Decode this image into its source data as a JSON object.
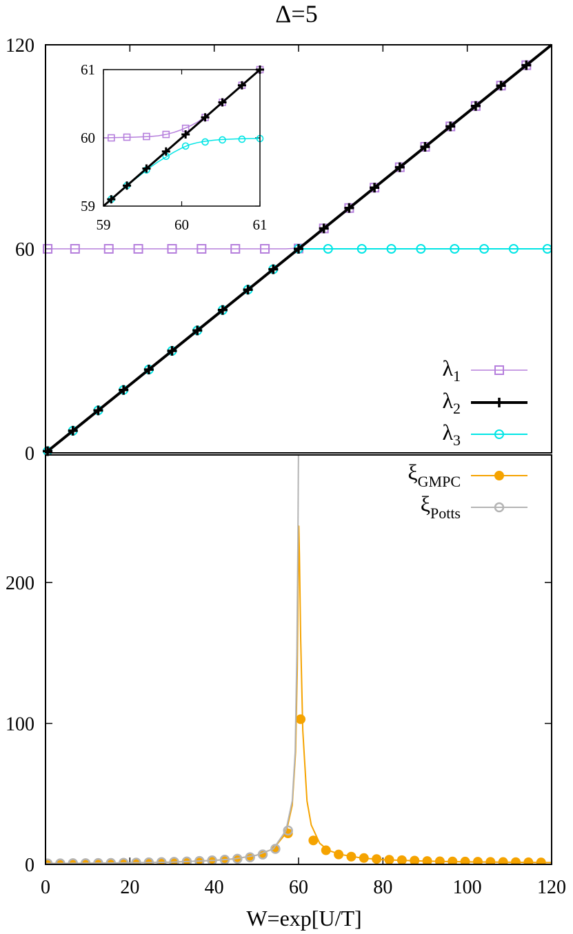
{
  "chart_data": [
    {
      "type": "line",
      "title": "Δ=5",
      "xlim": [
        0,
        120
      ],
      "ylim": [
        0,
        120
      ],
      "yticks": [
        "0",
        "60",
        "120"
      ],
      "grid": false,
      "legend_position": "bottom-right",
      "colors": {
        "lambda1": "#b57edc",
        "lambda2": "#000000",
        "lambda3": "#00e5e5"
      },
      "series": [
        {
          "name": "λ1",
          "sub": "1",
          "key": "lambda1",
          "marker": "square",
          "x": [
            0,
            3,
            6,
            9,
            12,
            15,
            18,
            21,
            24,
            27,
            30,
            33,
            36,
            39,
            42,
            45,
            48,
            51,
            54,
            57,
            60,
            63,
            66,
            69,
            72,
            75,
            78,
            81,
            84,
            87,
            90,
            93,
            96,
            99,
            102,
            105,
            108,
            111,
            114,
            117,
            120
          ],
          "y": [
            60,
            60,
            60,
            60,
            60,
            60,
            60,
            60,
            60,
            60,
            60,
            60,
            60,
            60,
            60,
            60,
            60,
            60,
            60,
            60,
            60.2,
            63,
            66,
            69,
            72,
            75,
            78,
            81,
            84,
            87,
            90,
            93,
            96,
            99,
            102,
            105,
            108,
            111,
            114,
            117,
            120
          ],
          "markers_x": [
            0.5,
            7,
            15,
            22,
            30,
            37,
            45,
            52,
            60,
            66,
            72,
            78,
            84,
            90,
            96,
            102,
            108,
            114
          ],
          "markers_y": [
            60,
            60,
            60,
            60,
            60,
            60,
            60,
            60,
            60.1,
            66,
            72,
            78,
            84,
            90,
            96,
            102,
            108,
            114
          ]
        },
        {
          "name": "λ2",
          "sub": "2",
          "key": "lambda2",
          "marker": "plus",
          "x": [
            0,
            120
          ],
          "y": [
            0,
            120
          ],
          "markers_x": [
            0.5,
            6.5,
            12.5,
            18.5,
            24.5,
            30,
            36,
            42,
            48,
            54,
            60,
            66,
            72,
            78,
            84,
            90,
            96,
            102,
            108,
            114
          ],
          "markers_y": [
            0.5,
            6.5,
            12.5,
            18.5,
            24.5,
            30,
            36,
            42,
            48,
            54,
            60,
            66,
            72,
            78,
            84,
            90,
            96,
            102,
            108,
            114
          ]
        },
        {
          "name": "λ3",
          "sub": "3",
          "key": "lambda3",
          "marker": "circle",
          "x": [
            0,
            59.8,
            60.3,
            61,
            120
          ],
          "y": [
            0,
            59.8,
            59.95,
            60,
            60
          ],
          "markers_x": [
            0.5,
            6.5,
            12.5,
            18.5,
            24.5,
            30,
            36,
            42,
            48,
            54,
            60,
            67,
            75,
            82,
            89,
            97,
            104,
            111,
            119
          ],
          "markers_y": [
            0.5,
            6.5,
            12.5,
            18.5,
            24.5,
            30,
            36,
            42,
            48,
            54,
            60,
            60,
            60,
            60,
            60,
            60,
            60,
            60,
            60
          ]
        }
      ]
    },
    {
      "type": "line",
      "inset": true,
      "xlim": [
        59,
        61
      ],
      "ylim": [
        59,
        61
      ],
      "xticks": [
        "59",
        "60",
        "61"
      ],
      "yticks": [
        "59",
        "60",
        "61"
      ],
      "series": [
        {
          "key": "lambda1",
          "x": [
            59,
            59.2,
            59.4,
            59.6,
            59.7,
            59.8,
            59.9,
            60,
            60.1,
            60.2,
            60.3,
            60.4,
            60.5,
            60.6,
            60.7,
            60.8,
            60.9,
            61
          ],
          "y": [
            60.0,
            60.005,
            60.01,
            60.02,
            60.03,
            60.05,
            60.08,
            60.12,
            60.17,
            60.23,
            60.31,
            60.4,
            60.5,
            60.6,
            60.7,
            60.8,
            60.9,
            61
          ],
          "markers_x": [
            59.1,
            59.3,
            59.55,
            59.8,
            60.05,
            60.3,
            60.52,
            60.77,
            61
          ],
          "markers_y": [
            60.0,
            60.01,
            60.02,
            60.05,
            60.14,
            60.3,
            60.52,
            60.77,
            61
          ]
        },
        {
          "key": "lambda2",
          "x": [
            59,
            61
          ],
          "y": [
            59,
            61
          ],
          "markers_x": [
            59.1,
            59.3,
            59.55,
            59.8,
            60.05,
            60.3,
            60.52,
            60.77,
            61
          ],
          "markers_y": [
            59.1,
            59.3,
            59.55,
            59.8,
            60.05,
            60.3,
            60.52,
            60.77,
            61
          ]
        },
        {
          "key": "lambda3",
          "x": [
            59,
            59.2,
            59.4,
            59.6,
            59.7,
            59.8,
            59.9,
            60,
            60.1,
            60.2,
            60.3,
            60.4,
            60.5,
            60.6,
            60.7,
            60.8,
            60.9,
            61
          ],
          "y": [
            59.0,
            59.2,
            59.39,
            59.57,
            59.65,
            59.72,
            59.79,
            59.85,
            59.9,
            59.93,
            59.95,
            59.965,
            59.975,
            59.98,
            59.985,
            59.988,
            59.99,
            59.99
          ],
          "markers_x": [
            59.1,
            59.3,
            59.55,
            59.8,
            60.05,
            60.3,
            60.52,
            60.77,
            61
          ],
          "markers_y": [
            59.1,
            59.3,
            59.53,
            59.73,
            59.88,
            59.94,
            59.97,
            59.98,
            59.99
          ]
        }
      ]
    },
    {
      "type": "line",
      "xlabel": "W=exp[U/T]",
      "xlim": [
        0,
        120
      ],
      "ylim": [
        0,
        300
      ],
      "xticks": [
        "0",
        "20",
        "40",
        "60",
        "80",
        "100",
        "120"
      ],
      "yticks": [
        "0",
        "100",
        "200"
      ],
      "legend_position": "top-right",
      "colors": {
        "xi_gmpc": "#f5a300",
        "xi_potts": "#b4b4b4"
      },
      "series": [
        {
          "name": "ξ",
          "sub": "GMPC",
          "key": "xi_gmpc",
          "x": [
            0,
            10,
            20,
            30,
            40,
            45,
            50,
            54,
            57,
            58.5,
            59.3,
            59.7,
            59.9,
            60.05,
            60.2,
            60.5,
            61,
            62,
            63,
            65,
            67,
            70,
            75,
            80,
            90,
            100,
            110,
            120
          ],
          "y": [
            0.6,
            0.8,
            1.1,
            1.6,
            2.8,
            4,
            6.5,
            11,
            22,
            42,
            80,
            140,
            200,
            240,
            220,
            160,
            95,
            45,
            28,
            15,
            10,
            7,
            4.5,
            3.3,
            2.3,
            1.8,
            1.5,
            1.3
          ],
          "markers_x": [
            0.5,
            3.5,
            6.5,
            9.5,
            12.5,
            15.5,
            18.5,
            21.5,
            24.5,
            27.5,
            30.5,
            33.5,
            36.5,
            39.5,
            42.5,
            45.5,
            48.5,
            51.5,
            54.5,
            57.5,
            60.5,
            63.5,
            66.5,
            69.5,
            72.5,
            75.5,
            78.5,
            81.5,
            84.5,
            87.5,
            90.5,
            93.5,
            96.5,
            99.5,
            102.5,
            105.5,
            108.5,
            111.5,
            114.5,
            117.5
          ],
          "markers_y": [
            0.6,
            0.7,
            0.8,
            0.8,
            0.9,
            1,
            1.1,
            1.2,
            1.4,
            1.6,
            1.8,
            2,
            2.4,
            2.8,
            3.3,
            4,
            5,
            7,
            11,
            22,
            103,
            17,
            10,
            7,
            5.5,
            4.5,
            3.8,
            3.3,
            3,
            2.7,
            2.4,
            2.2,
            2.1,
            2,
            1.9,
            1.8,
            1.7,
            1.6,
            1.5,
            1.4
          ]
        },
        {
          "name": "ξ",
          "sub": "Potts",
          "key": "xi_potts",
          "x": [
            0,
            10,
            20,
            30,
            40,
            45,
            50,
            54,
            57,
            58.5,
            59.2,
            59.6,
            59.85,
            59.95,
            60
          ],
          "y": [
            0.6,
            0.8,
            1.1,
            1.6,
            2.8,
            4,
            6.5,
            11,
            24,
            45,
            80,
            150,
            230,
            280,
            300
          ],
          "markers_x": [
            0.5,
            3.5,
            6.5,
            9.5,
            12.5,
            15.5,
            18.5,
            21.5,
            24.5,
            27.5,
            30.5,
            33.5,
            36.5,
            39.5,
            42.5,
            45.5,
            48.5,
            51.5,
            54.5,
            57.5
          ],
          "markers_y": [
            0.6,
            0.7,
            0.8,
            0.8,
            0.9,
            1,
            1.1,
            1.2,
            1.4,
            1.6,
            1.8,
            2,
            2.4,
            2.8,
            3.3,
            4,
            5,
            7,
            11,
            24
          ]
        }
      ]
    }
  ]
}
